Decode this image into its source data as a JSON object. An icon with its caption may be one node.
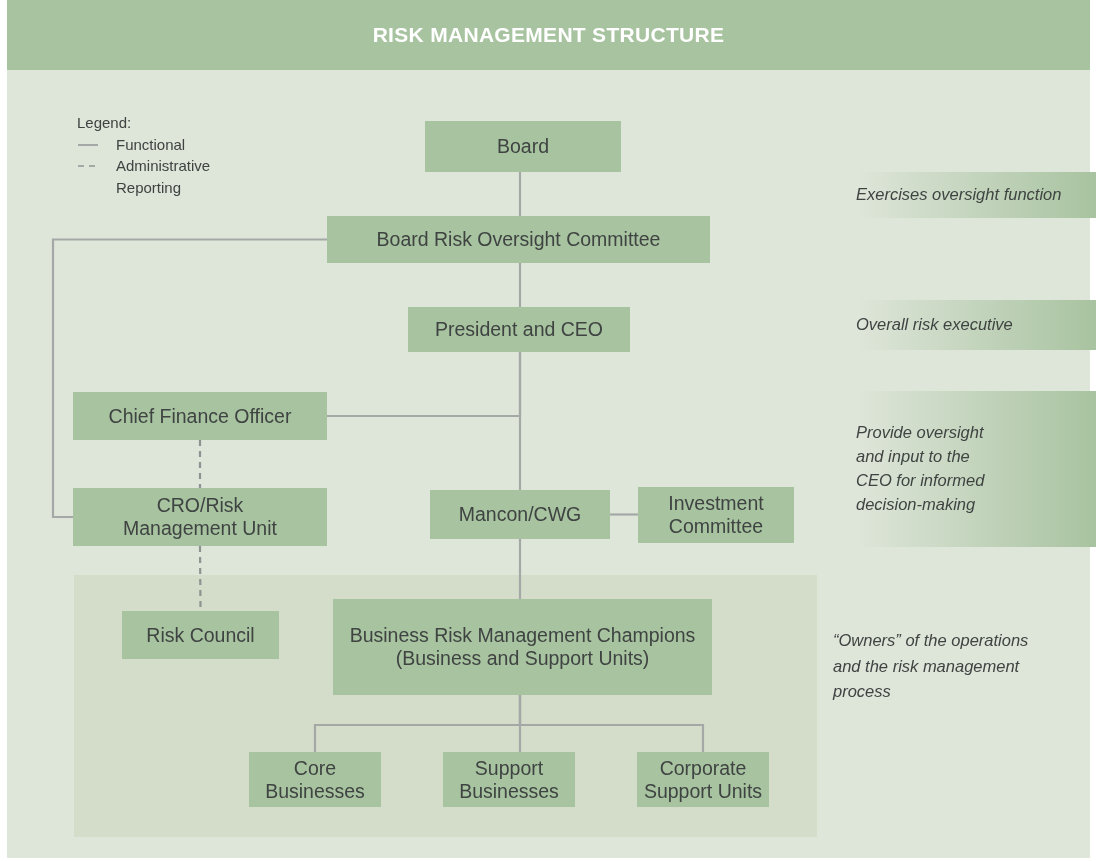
{
  "diagram": {
    "title": "RISK MANAGEMENT STRUCTURE",
    "nodes": [
      {
        "text": [
          "Board"
        ]
      },
      {
        "text": [
          "Board Risk Oversight Committee"
        ]
      },
      {
        "text": [
          "President and CEO"
        ]
      },
      {
        "text": [
          "Chief Finance Officer"
        ]
      },
      {
        "text": [
          "CRO/Risk Management Unit"
        ]
      },
      {
        "text": [
          "Mancon/CWG"
        ]
      },
      {
        "text": [
          "Investment Committee"
        ]
      },
      {
        "text": [],
        "shape": "box"
      },
      {
        "text": [
          "Risk Council"
        ],
        "in": 7
      },
      {
        "text": [
          "Business Risk Management Champions (Business and Support Units)"
        ],
        "in": 7
      },
      {
        "text": [
          "Core Businesses"
        ],
        "in": 7
      },
      {
        "text": [
          "Support Businesses"
        ],
        "in": 7
      },
      {
        "text": [
          "Corporate Support Units"
        ],
        "in": 7
      },
      {
        "text": [
          "Exercises oversight function"
        ]
      },
      {
        "text": [
          "Overall risk executive"
        ]
      },
      {
        "text": [
          "Provide oversight and input to the CEO for informed decision-making"
        ]
      }
    ],
    "edges": [
      {
        "from": 0,
        "to": 1,
        "arrow": "none"
      },
      {
        "from": 1,
        "to": 2,
        "arrow": "none"
      },
      {
        "from": 1,
        "to": 4,
        "arrow": "none"
      },
      {
        "from": 2,
        "to": 5,
        "arrow": "none"
      },
      {
        "from": 2,
        "to": 3,
        "arrow": "none"
      },
      {
        "from": 3,
        "to": 4,
        "arrow": "none",
        "style": "dashed"
      },
      {
        "from": 5,
        "to": 6,
        "arrow": "none"
      },
      {
        "from": 4,
        "to": 8,
        "arrow": "none",
        "style": "dashed"
      },
      {
        "from": 5,
        "to": 9,
        "arrow": "none"
      },
      {
        "from": 9,
        "to": 10,
        "arrow": "none"
      },
      {
        "from": 9,
        "to": 11,
        "arrow": "none"
      },
      {
        "from": 9,
        "to": 12,
        "arrow": "none"
      }
    ],
    "labels": [
      "Legend:",
      "“Owners” of the operations and the risk management process"
    ],
    "legend": [
      {
        "text": "Functional"
      },
      {
        "text": "Administrative Reporting"
      }
    ]
  }
}
